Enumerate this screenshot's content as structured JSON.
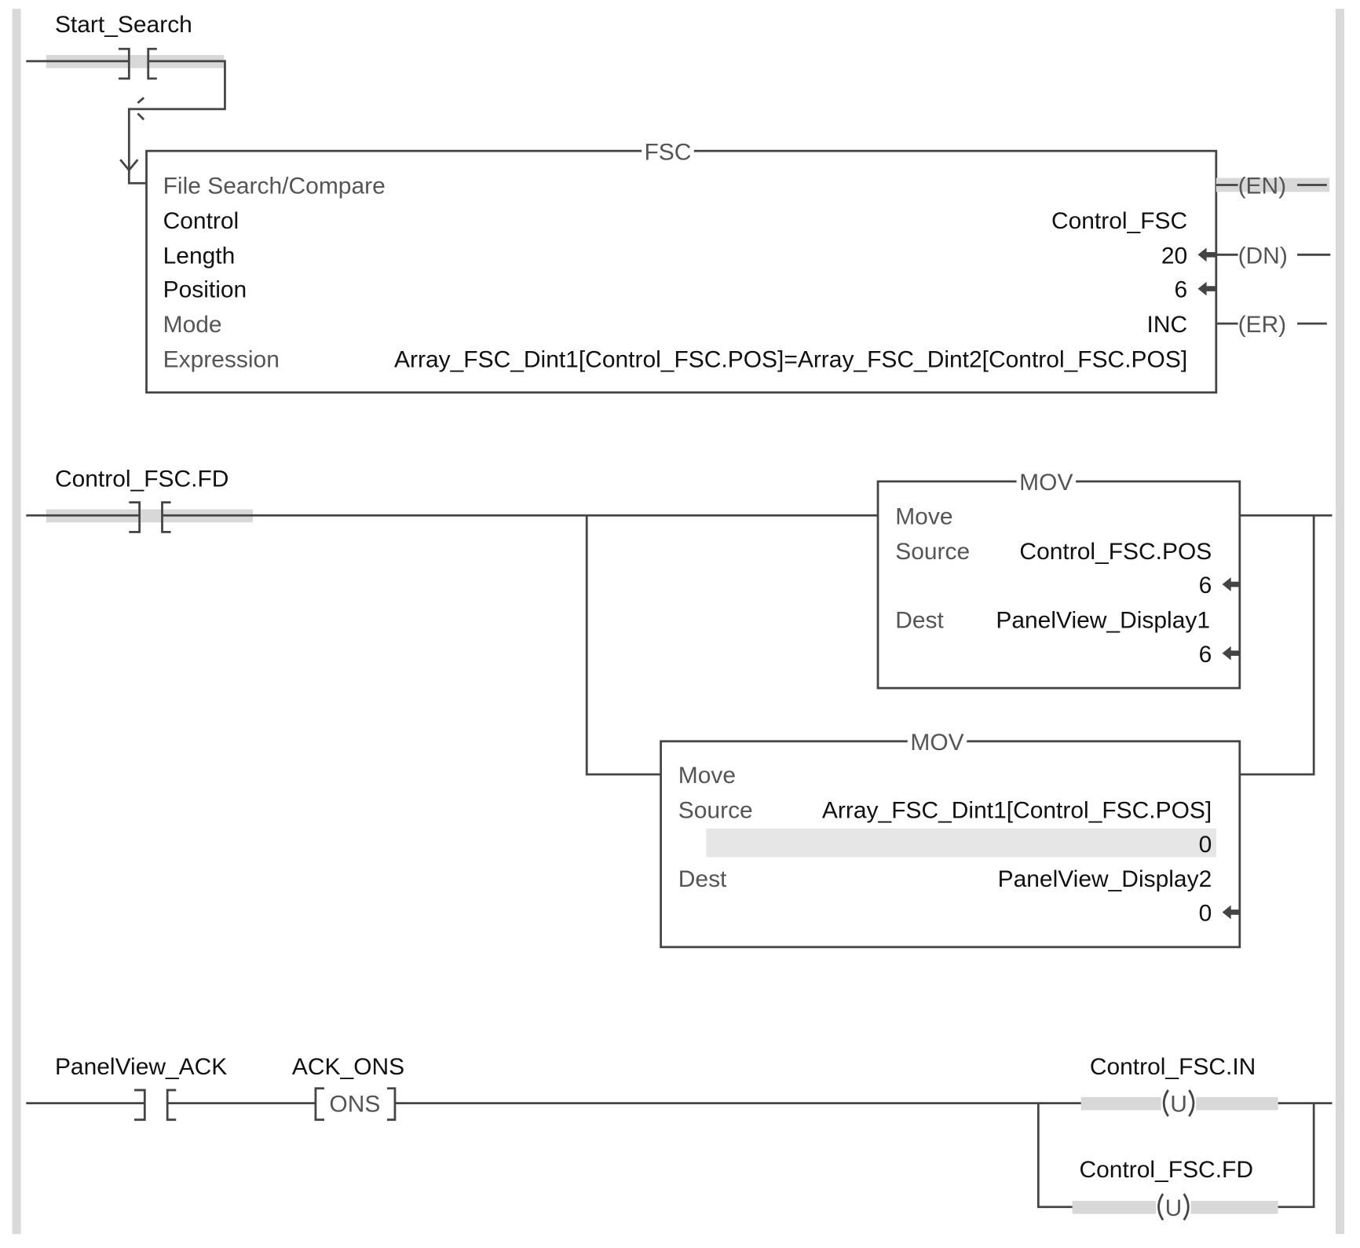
{
  "colors": {
    "wire": "#444444",
    "highlight": "#d8d8d8",
    "rail": "#d9d9d9",
    "label": "#555555"
  },
  "rung1": {
    "contact_tag": "Start_Search",
    "fsc": {
      "name": "FSC",
      "description": "File Search/Compare",
      "rows": [
        {
          "label": "Control",
          "value": "Control_FSC"
        },
        {
          "label": "Length",
          "value": "20"
        },
        {
          "label": "Position",
          "value": "6"
        },
        {
          "label": "Mode",
          "value": "INC"
        },
        {
          "label": "Expression",
          "value": "Array_FSC_Dint1[Control_FSC.POS]=Array_FSC_Dint2[Control_FSC.POS]"
        }
      ],
      "outputs": [
        "(EN)",
        "(DN)",
        "(ER)"
      ]
    }
  },
  "rung2": {
    "contact_tag": "Control_FSC.FD",
    "mov1": {
      "name": "MOV",
      "description": "Move",
      "source_label": "Source",
      "source": "Control_FSC.POS",
      "source_value": "6",
      "dest_label": "Dest",
      "dest": "PanelView_Display1",
      "dest_value": "6"
    },
    "mov2": {
      "name": "MOV",
      "description": "Move",
      "source_label": "Source",
      "source": "Array_FSC_Dint1[Control_FSC.POS]",
      "source_value": "0",
      "dest_label": "Dest",
      "dest": "PanelView_Display2",
      "dest_value": "0"
    }
  },
  "rung3": {
    "contact_tag": "PanelView_ACK",
    "ons_tag": "ACK_ONS",
    "ons_label": "ONS",
    "coil1_tag": "Control_FSC.IN",
    "coil2_tag": "Control_FSC.FD",
    "coil_label": "U"
  }
}
